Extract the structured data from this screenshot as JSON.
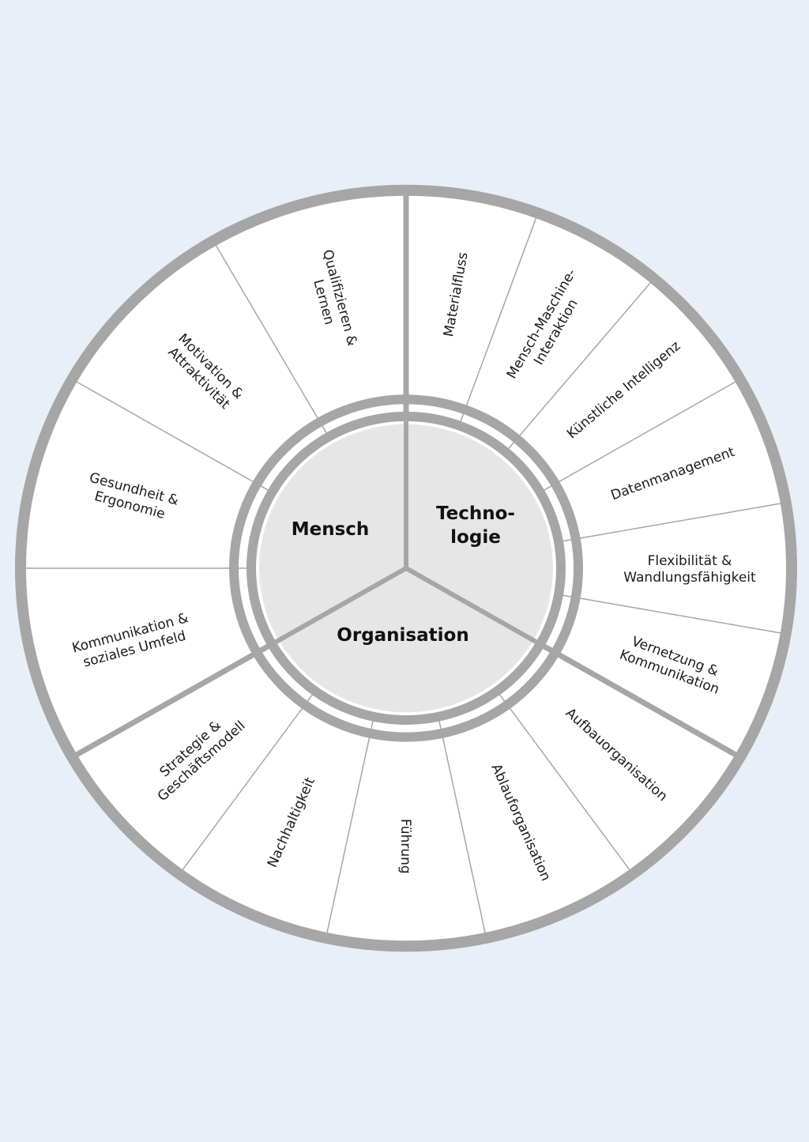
{
  "colors": {
    "background": "#e9eff9",
    "ring": "#a6a6a6",
    "segment_fill": "#ffffff",
    "core_fill": "#e6e6e6",
    "text": "#1a1a1a"
  },
  "core": [
    {
      "id": "mensch",
      "lines": [
        "Mensch"
      ]
    },
    {
      "id": "technologie",
      "lines": [
        "Techno-",
        "logie"
      ]
    },
    {
      "id": "organisation",
      "lines": [
        "Organisation"
      ]
    }
  ],
  "segments": [
    {
      "group": "technologie",
      "lines": [
        "Materialfluss"
      ]
    },
    {
      "group": "technologie",
      "lines": [
        "Mensch-Maschine-",
        "Interaktion"
      ]
    },
    {
      "group": "technologie",
      "lines": [
        "Künstliche Intelligenz"
      ]
    },
    {
      "group": "technologie",
      "lines": [
        "Datenmanagement"
      ]
    },
    {
      "group": "technologie",
      "lines": [
        "Flexibilität &",
        "Wandlungsfähigkeit"
      ]
    },
    {
      "group": "technologie",
      "lines": [
        "Vernetzung &",
        "Kommunikation"
      ]
    },
    {
      "group": "organisation",
      "lines": [
        "Aufbauorganisation"
      ]
    },
    {
      "group": "organisation",
      "lines": [
        "Ablauforganisation"
      ]
    },
    {
      "group": "organisation",
      "lines": [
        "Führung"
      ]
    },
    {
      "group": "organisation",
      "lines": [
        "Nachhaltigkeit"
      ]
    },
    {
      "group": "organisation",
      "lines": [
        "Strategie &",
        "Geschäftsmodell"
      ]
    },
    {
      "group": "mensch",
      "lines": [
        "Kommunikation &",
        "soziales Umfeld"
      ]
    },
    {
      "group": "mensch",
      "lines": [
        "Gesundheit &",
        "Ergonomie"
      ]
    },
    {
      "group": "mensch",
      "lines": [
        "Motivation &",
        "Attraktivität"
      ]
    },
    {
      "group": "mensch",
      "lines": [
        "Qualifizieren &",
        "Lernen"
      ]
    }
  ]
}
